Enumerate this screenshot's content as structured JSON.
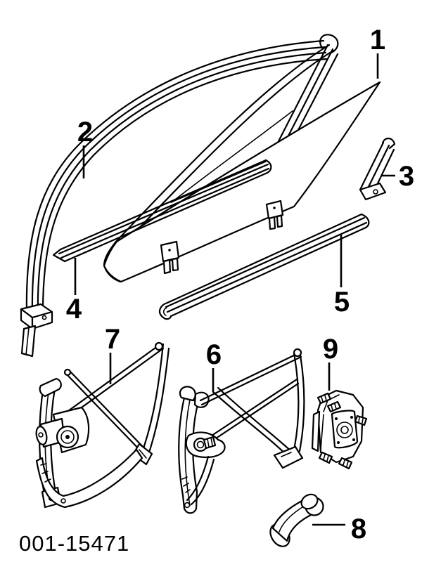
{
  "figure": {
    "id_label": "001-15471",
    "type_note": "exploded parts diagram, front door glass and window regulator hardware",
    "colors": {
      "line": "#000000",
      "background": "#ffffff"
    }
  },
  "callouts": [
    {
      "number": "1",
      "part": "window-glass"
    },
    {
      "number": "2",
      "part": "window-run-channel-frame"
    },
    {
      "number": "3",
      "part": "glass-sash-channel"
    },
    {
      "number": "4",
      "part": "inner-belt-weatherstrip"
    },
    {
      "number": "5",
      "part": "outer-belt-weatherstrip"
    },
    {
      "number": "6",
      "part": "manual-window-regulator"
    },
    {
      "number": "7",
      "part": "power-window-regulator"
    },
    {
      "number": "8",
      "part": "window-crank-handle"
    },
    {
      "number": "9",
      "part": "window-motor"
    }
  ]
}
